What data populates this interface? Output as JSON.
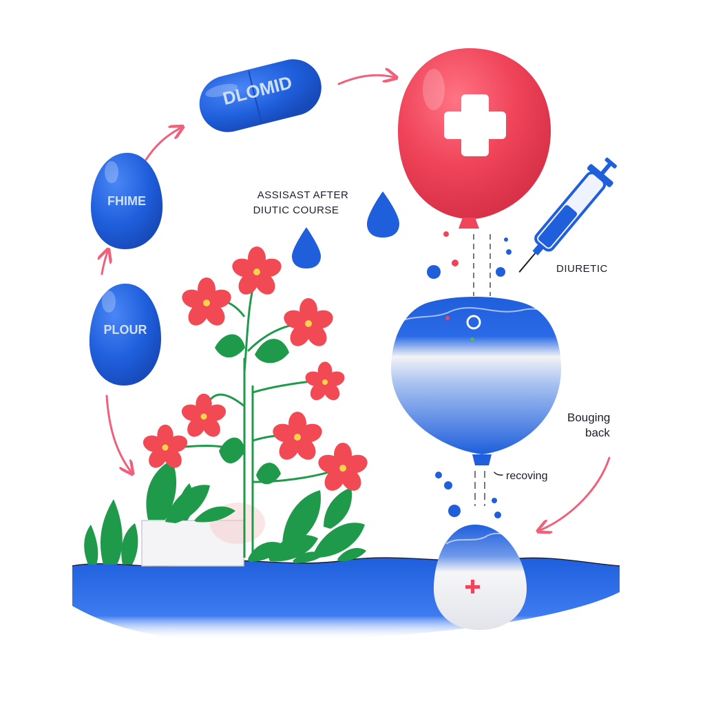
{
  "colors": {
    "pill_blue": "#1f5fdc",
    "pill_blue_light": "#3d7bf0",
    "pill_label": "#cfe0ff",
    "balloon_red": "#f0445a",
    "cross_white": "#ffffff",
    "water_blue": "#1f5fdc",
    "arrow_pink": "#f0607a",
    "leaf_green": "#1e9a4a",
    "flower_red": "#f24a55",
    "flower_center": "#f7d44a",
    "text_dark": "#1c1c2a",
    "pot_white": "#f4f4f6"
  },
  "labels": {
    "pill_top": "DLOMID",
    "pill_left_upper": "FHIME",
    "pill_left_lower": "PLOUR",
    "note_center_line1": "ASSISAST AFTER",
    "note_center_line2": "DIUTIC COURSE",
    "note_diuretic": "DIURETIC",
    "note_bouncing_line1": "Bouging",
    "note_bouncing_line2": "back",
    "note_recovering": "recoving"
  },
  "icons": {
    "balloon_symbol": "medical-cross-icon",
    "syringe": "syringe-icon",
    "droplet": "water-drop-icon",
    "egg_symbol": "small-cross-icon"
  }
}
